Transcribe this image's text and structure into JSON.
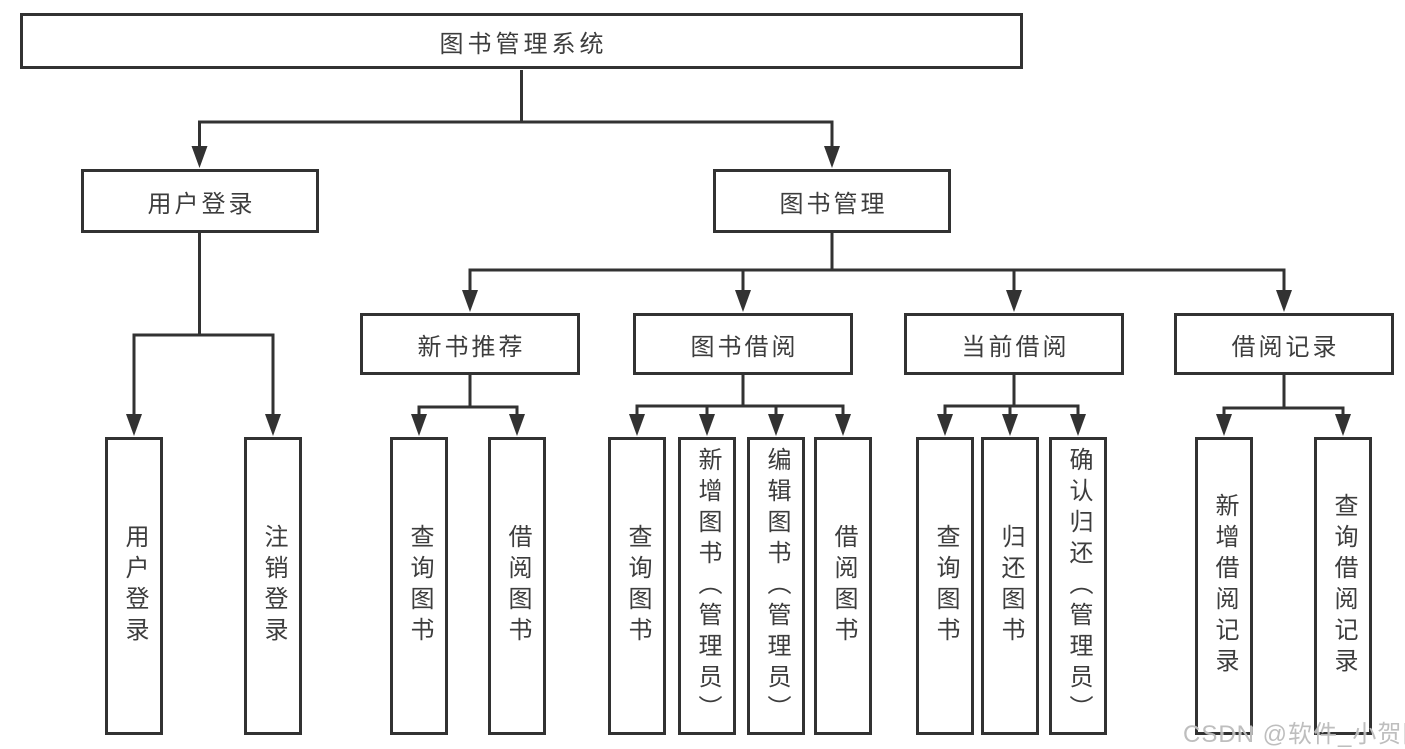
{
  "tree": {
    "label": "图书管理系统",
    "children": [
      {
        "label": "用户登录",
        "children": [
          {
            "label": "用户登录"
          },
          {
            "label": "注销登录"
          }
        ]
      },
      {
        "label": "图书管理",
        "children": [
          {
            "label": "新书推荐",
            "children": [
              {
                "label": "查询图书"
              },
              {
                "label": "借阅图书"
              }
            ]
          },
          {
            "label": "图书借阅",
            "children": [
              {
                "label": "查询图书"
              },
              {
                "label": "新增图书（管理员）"
              },
              {
                "label": "编辑图书（管理员）"
              },
              {
                "label": "借阅图书"
              }
            ]
          },
          {
            "label": "当前借阅",
            "children": [
              {
                "label": "查询图书"
              },
              {
                "label": "归还图书"
              },
              {
                "label": "确认归还（管理员）"
              }
            ]
          },
          {
            "label": "借阅记录",
            "children": [
              {
                "label": "新增借阅记录"
              },
              {
                "label": "查询借阅记录"
              }
            ]
          }
        ]
      }
    ]
  },
  "watermark": "CSDN @软件_小贺同学",
  "colors": {
    "line": "#323232",
    "text": "#3d3d3d",
    "background": "#ffffff",
    "watermark": "#bababa"
  }
}
